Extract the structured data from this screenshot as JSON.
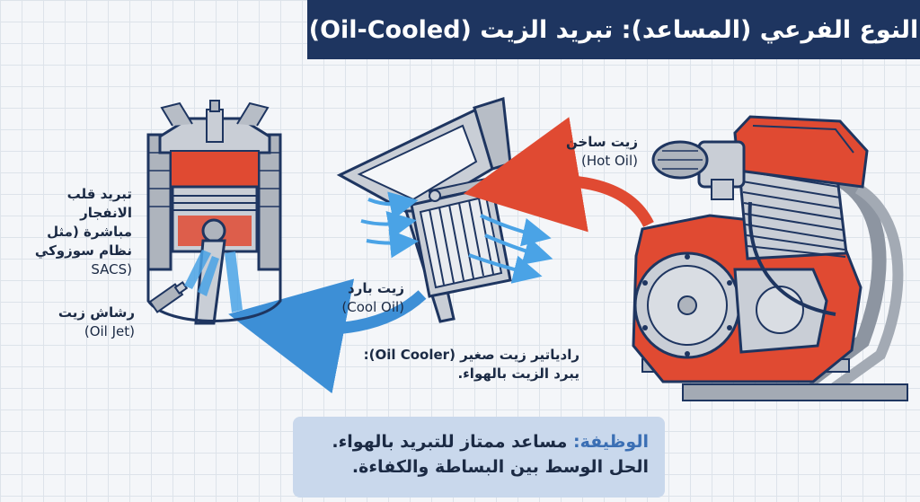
{
  "title": "النوع الفرعي (المساعد): تبريد الزيت (Oil-Cooled)",
  "labels": {
    "hot_oil_ar": "زيت ساخن",
    "hot_oil_en": "(Hot Oil)",
    "cool_oil_ar": "زيت بارد",
    "cool_oil_en": "(Cool Oil)",
    "piston_cooling_ar": "تبريد قلب الانفجار مباشرة (مثل نظام سوزوكي",
    "piston_cooling_en": "SACS)",
    "oil_jet_ar": "رشاش زيت",
    "oil_jet_en": "(Oil Jet)",
    "oil_cooler_line1": "رادياتير زيت صغير (Oil Cooler):",
    "oil_cooler_line2": "يبرد الزيت بالهواء."
  },
  "info": {
    "keyword": "الوظيفة:",
    "line1": "مساعد ممتاز للتبريد بالهواء.",
    "line2": "الحل الوسط بين البساطة والكفاءة."
  },
  "colors": {
    "navy": "#1e3560",
    "hot_red": "#e04a32",
    "cool_blue": "#3d8fd6",
    "engine_gray": "#c9ced6",
    "info_bg": "#c9d8ec"
  }
}
